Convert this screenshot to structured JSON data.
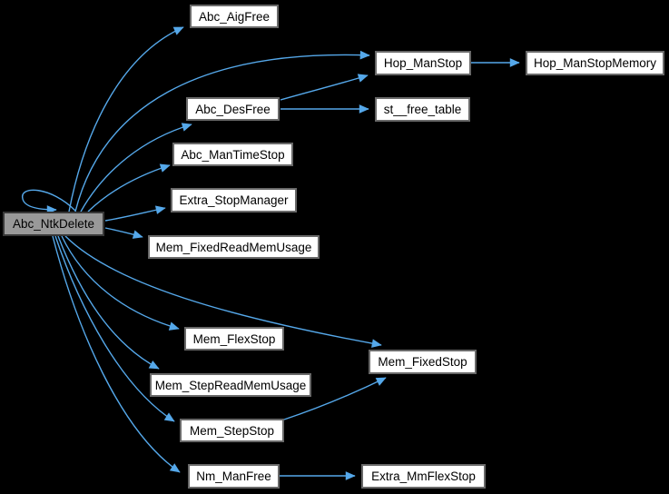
{
  "diagram": {
    "type": "call-graph",
    "root": "Abc_NtkDelete",
    "colors": {
      "background": "#000000",
      "node_fill": "#ffffff",
      "node_border": "#696969",
      "root_fill": "#999999",
      "root_border": "#383838",
      "text": "#000000",
      "edge": "#55a8ea"
    },
    "nodes": [
      {
        "id": "abc-ntkdelete",
        "label": "Abc_NtkDelete",
        "highlighted": true
      },
      {
        "id": "abc-aigfree",
        "label": "Abc_AigFree",
        "highlighted": false
      },
      {
        "id": "hop-manstop",
        "label": "Hop_ManStop",
        "highlighted": false
      },
      {
        "id": "hop-manstopmemory",
        "label": "Hop_ManStopMemory",
        "highlighted": false
      },
      {
        "id": "abc-desfree",
        "label": "Abc_DesFree",
        "highlighted": false
      },
      {
        "id": "st-free-table",
        "label": "st__free_table",
        "highlighted": false
      },
      {
        "id": "abc-mantimestop",
        "label": "Abc_ManTimeStop",
        "highlighted": false
      },
      {
        "id": "extra-stopmanager",
        "label": "Extra_StopManager",
        "highlighted": false
      },
      {
        "id": "mem-fixedreadmemusage",
        "label": "Mem_FixedReadMemUsage",
        "highlighted": false
      },
      {
        "id": "mem-flexstop",
        "label": "Mem_FlexStop",
        "highlighted": false
      },
      {
        "id": "mem-stepreadmemusage",
        "label": "Mem_StepReadMemUsage",
        "highlighted": false
      },
      {
        "id": "mem-stepstop",
        "label": "Mem_StepStop",
        "highlighted": false
      },
      {
        "id": "nm-manfree",
        "label": "Nm_ManFree",
        "highlighted": false
      },
      {
        "id": "mem-fixedstop",
        "label": "Mem_FixedStop",
        "highlighted": false
      },
      {
        "id": "extra-mmflexstop",
        "label": "Extra_MmFlexStop",
        "highlighted": false
      }
    ],
    "edges": [
      {
        "from": "Abc_NtkDelete",
        "to": "Abc_AigFree"
      },
      {
        "from": "Abc_NtkDelete",
        "to": "Hop_ManStop"
      },
      {
        "from": "Abc_NtkDelete",
        "to": "Abc_DesFree"
      },
      {
        "from": "Abc_NtkDelete",
        "to": "Abc_ManTimeStop"
      },
      {
        "from": "Abc_NtkDelete",
        "to": "Extra_StopManager"
      },
      {
        "from": "Abc_NtkDelete",
        "to": "Mem_FixedReadMemUsage"
      },
      {
        "from": "Abc_NtkDelete",
        "to": "Mem_FixedStop"
      },
      {
        "from": "Abc_NtkDelete",
        "to": "Mem_FlexStop"
      },
      {
        "from": "Abc_NtkDelete",
        "to": "Mem_StepReadMemUsage"
      },
      {
        "from": "Abc_NtkDelete",
        "to": "Mem_StepStop"
      },
      {
        "from": "Abc_NtkDelete",
        "to": "Nm_ManFree"
      },
      {
        "from": "Abc_NtkDelete",
        "to": "Abc_NtkDelete"
      },
      {
        "from": "Abc_DesFree",
        "to": "Hop_ManStop"
      },
      {
        "from": "Abc_DesFree",
        "to": "st__free_table"
      },
      {
        "from": "Hop_ManStop",
        "to": "Hop_ManStopMemory"
      },
      {
        "from": "Mem_StepStop",
        "to": "Mem_FixedStop"
      },
      {
        "from": "Nm_ManFree",
        "to": "Extra_MmFlexStop"
      }
    ]
  }
}
